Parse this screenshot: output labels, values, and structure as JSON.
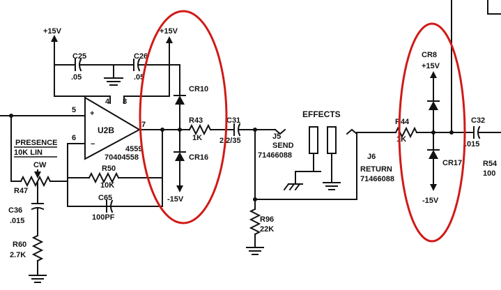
{
  "labels": {
    "plus15v_left": "+15V",
    "c25": "C25",
    "c25_value": ".05",
    "c26": "C26",
    "c26_value": ".05",
    "plus15v_cr10": "+15V",
    "cr10": "CR10",
    "cr16": "CR16",
    "minus15v_cr16": "-15V",
    "u2b": "U2B",
    "pin4": "4",
    "pin8": "8",
    "pin5": "5",
    "pin6": "6",
    "pin7": "7",
    "opamp_part": "4559",
    "opamp_code": "70404558",
    "r50": "R50",
    "r50_value": "10K",
    "c65": "C65",
    "c65_value": "100PF",
    "presence": "PRESENCE",
    "presence_taper": "10K LIN",
    "cw": "CW",
    "r47": "R47",
    "c36": "C36",
    "c36_value": ".015",
    "r60": "R60",
    "r60_value": "2.7K",
    "r43": "R43",
    "r43_value": "1K",
    "c31": "C31",
    "c31_value": "2.2/35",
    "r96": "R96",
    "r96_value": "22K",
    "j5": "J5",
    "j5_name": "SEND",
    "j5_part": "71466088",
    "effects": "EFFECTS",
    "j6": "J6",
    "j6_name": "RETURN",
    "j6_part": "71466088",
    "r44": "R44",
    "r44_value": "1K",
    "cr8": "CR8",
    "plus15v_cr8": "+15V",
    "cr17": "CR17",
    "minus15v_cr17": "-15V",
    "c32": "C32",
    "c32_value": ".015",
    "r54": "R54",
    "r54_value": "100"
  },
  "colors": {
    "ink": "#111111",
    "highlight": "#d01a16",
    "background": "#ffffff"
  }
}
